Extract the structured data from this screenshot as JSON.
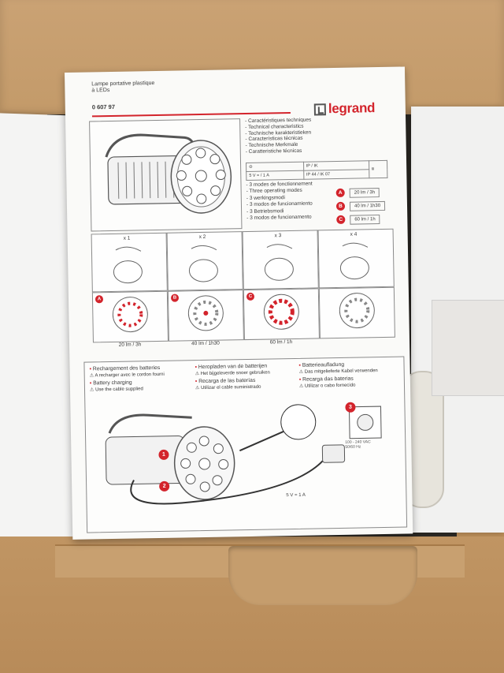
{
  "sheet": {
    "title_line1": "Lampe portative plastique",
    "title_line2": "à LEDs",
    "reference": "0 607 97",
    "brand": "legrand",
    "specs": [
      "- Caractéristiques techniques",
      "- Technical characteristics",
      "- Technische karakteristieken",
      "- Características técnicas",
      "- Technische Merkmale",
      "- Caratteristiche técnicas"
    ],
    "spec_table": {
      "ip_header": "IP / IK",
      "voltage": "5 V = / 1 A",
      "ip_value": "IP 44 / IK 07"
    },
    "modes": [
      "- 3 modes de fonctionnement",
      "- Three operating modes",
      "- 3 werkingsmodi",
      "- 3 modos de funcionamiento",
      "- 3 Betriebsmodi",
      "- 3 modos de funcionamento"
    ],
    "mode_ratings": [
      {
        "badge": "A",
        "label": "20 lm / 3h"
      },
      {
        "badge": "B",
        "label": "40 lm / 1h30"
      },
      {
        "badge": "C",
        "label": "60 lm / 1h"
      }
    ],
    "press_counts": [
      "x 1",
      "x 2",
      "x 3",
      "x 4"
    ],
    "grid_badges": [
      "A",
      "B",
      "C"
    ],
    "grid_labels": [
      "20 lm / 3h",
      "40 lm / 1h30",
      "60 lm / 1h"
    ],
    "charging": [
      {
        "title": "Rechargement des batteries",
        "note": "A recharger avec le cordon fourni"
      },
      {
        "title": "Battery charging",
        "note": "Use the cable supplied"
      },
      {
        "title": "Heropladen van de batterijen",
        "note": "Het bijgeleverde snoer gebruiken"
      },
      {
        "title": "Recarga de las baterías",
        "note": "Utilizar el cable suministrado"
      },
      {
        "title": "Batterieaufladung",
        "note": "Das mitgelieferte Kabel verwenden"
      },
      {
        "title": "Recarga das baterias",
        "note": "Utilizar o cabo fornecido"
      }
    ],
    "steps": [
      "1",
      "2",
      "3"
    ],
    "power_label": "5 V = 1 A",
    "adapter_line1": "100 - 240 VAC",
    "adapter_line2": "50/60 Hz"
  },
  "colors": {
    "accent_red": "#d3242c",
    "cardboard": "#c09563",
    "paper": "#fafaf8"
  }
}
